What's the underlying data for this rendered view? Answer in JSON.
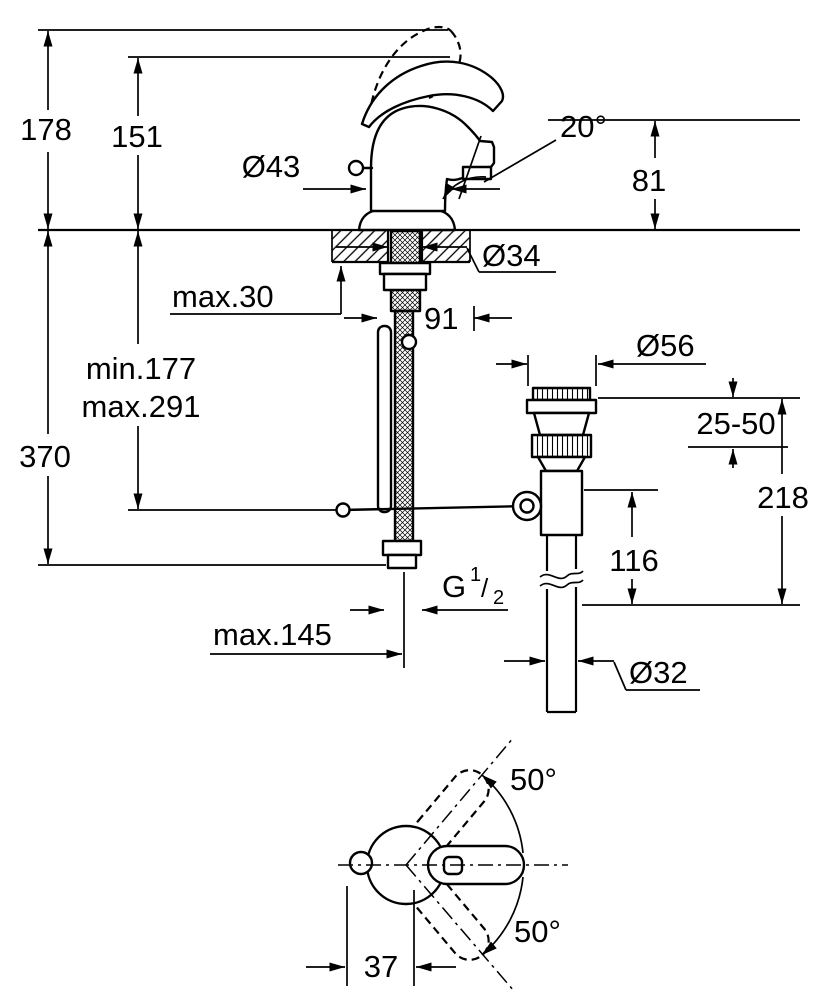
{
  "colors": {
    "ink": "#000000",
    "paper": "#ffffff"
  },
  "labels": {
    "dim178": "178",
    "dim151": "151",
    "dia43": "Ø43",
    "angle20": "20°",
    "dim81": "81",
    "dia34": "Ø34",
    "max30": "max.30",
    "dim91": "91",
    "min177": "min.177",
    "max291": "max.291",
    "dim370": "370",
    "dia56": "Ø56",
    "range2550": "25-50",
    "dim218": "218",
    "dim116": "116",
    "threadG": "G",
    "threadNum": "1",
    "threadSlash": "/",
    "threadDen": "2",
    "max145": "max.145",
    "dia32": "Ø32",
    "angle50top": "50°",
    "angle50bottom": "50°",
    "dim37": "37"
  }
}
